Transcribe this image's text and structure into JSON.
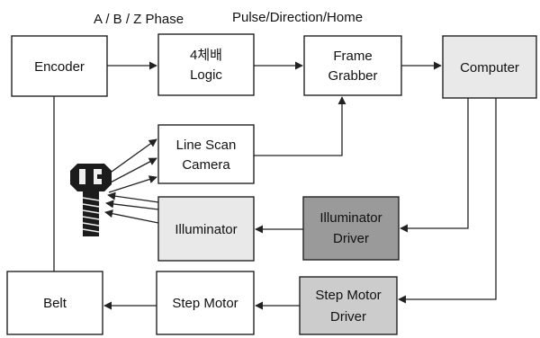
{
  "labels": {
    "abz_phase": "A / B / Z  Phase",
    "pulse_dir_home": "Pulse/Direction/Home"
  },
  "blocks": {
    "encoder": [
      "Encoder"
    ],
    "logic": [
      "4체배",
      "Logic"
    ],
    "frame_grabber": [
      "Frame",
      "Grabber"
    ],
    "computer": [
      "Computer"
    ],
    "camera": [
      "Line Scan",
      "Camera"
    ],
    "illuminator": [
      "Illuminator"
    ],
    "illuminator_driver": [
      "Illuminator",
      "Driver"
    ],
    "belt": [
      "Belt"
    ],
    "step_motor": [
      "Step  Motor"
    ],
    "step_motor_driver": [
      "Step Motor",
      "Driver"
    ]
  },
  "colors": {
    "computer": "#e9e9e9",
    "illuminator": "#e9e9e9",
    "illuminator_driver": "#9a9a9a",
    "step_motor_driver": "#cccccc"
  },
  "icons": {
    "object": "bolt-object-icon"
  }
}
